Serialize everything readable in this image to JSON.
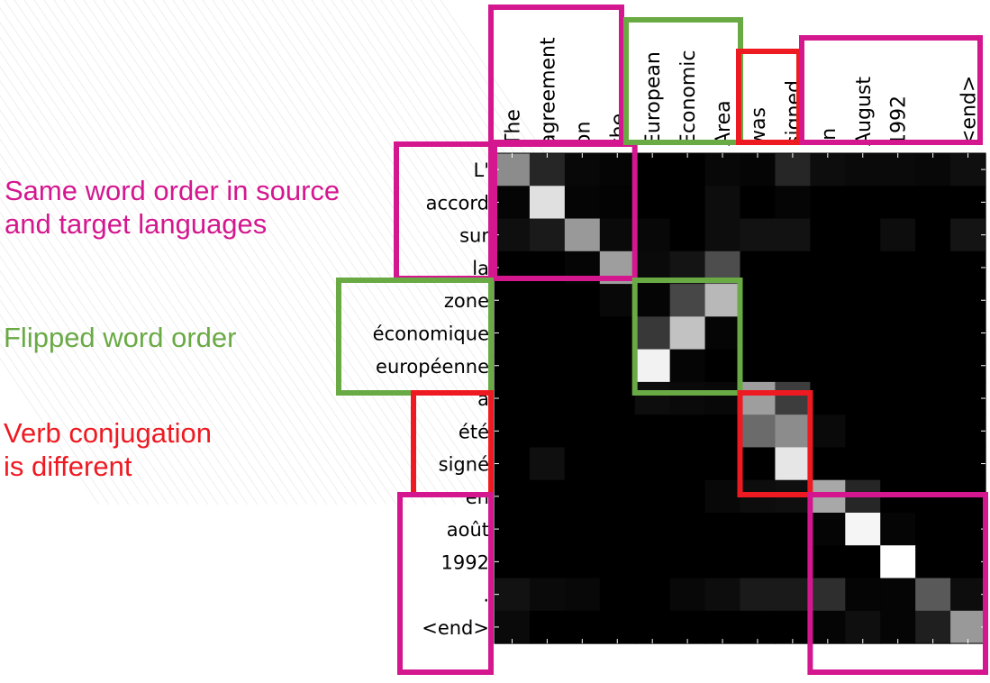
{
  "annotations": {
    "same_order": {
      "line1": "Same word order in source",
      "line2": "and target languages",
      "color": "#d4178f"
    },
    "flipped": {
      "line1": "Flipped word order",
      "color": "#6aaa45"
    },
    "verb": {
      "line1": "Verb conjugation",
      "line2": "is different",
      "color": "#ee1a21"
    }
  },
  "chart_data": {
    "type": "heatmap",
    "x_labels": [
      "The",
      "agreement",
      "on",
      "the",
      "European",
      "Economic",
      "Area",
      "was",
      "signed",
      "in",
      "August",
      "1992",
      ".",
      "<end>"
    ],
    "y_labels": [
      "L'",
      "accord",
      "sur",
      "la",
      "zone",
      "économique",
      "européenne",
      "a",
      "été",
      "signé",
      "en",
      "août",
      "1992",
      ".",
      "<end>"
    ],
    "value_range": [
      0,
      1
    ],
    "colormap": "gray",
    "values": [
      [
        0.55,
        0.15,
        0.03,
        0.02,
        0.0,
        0.0,
        0.03,
        0.02,
        0.15,
        0.05,
        0.04,
        0.04,
        0.03,
        0.06
      ],
      [
        0.02,
        0.88,
        0.02,
        0.01,
        0.0,
        0.0,
        0.05,
        0.0,
        0.02,
        0.0,
        0.0,
        0.0,
        0.0,
        0.0
      ],
      [
        0.06,
        0.1,
        0.6,
        0.04,
        0.03,
        0.0,
        0.05,
        0.07,
        0.07,
        0.0,
        0.0,
        0.05,
        0.0,
        0.08
      ],
      [
        0.0,
        0.0,
        0.02,
        0.62,
        0.04,
        0.08,
        0.3,
        0.0,
        0.0,
        0.0,
        0.0,
        0.0,
        0.0,
        0.0
      ],
      [
        0.0,
        0.0,
        0.0,
        0.03,
        0.02,
        0.28,
        0.72,
        0.0,
        0.0,
        0.0,
        0.0,
        0.0,
        0.0,
        0.0
      ],
      [
        0.0,
        0.0,
        0.0,
        0.0,
        0.22,
        0.76,
        0.02,
        0.0,
        0.0,
        0.0,
        0.0,
        0.0,
        0.0,
        0.0
      ],
      [
        0.0,
        0.0,
        0.0,
        0.0,
        0.95,
        0.02,
        0.0,
        0.0,
        0.0,
        0.0,
        0.0,
        0.0,
        0.0,
        0.0
      ],
      [
        0.0,
        0.0,
        0.0,
        0.0,
        0.05,
        0.04,
        0.03,
        0.62,
        0.24,
        0.0,
        0.0,
        0.0,
        0.0,
        0.0
      ],
      [
        0.0,
        0.0,
        0.0,
        0.0,
        0.0,
        0.0,
        0.0,
        0.42,
        0.55,
        0.04,
        0.0,
        0.0,
        0.0,
        0.0
      ],
      [
        0.0,
        0.06,
        0.0,
        0.0,
        0.0,
        0.0,
        0.0,
        0.0,
        0.9,
        0.0,
        0.0,
        0.0,
        0.0,
        0.0
      ],
      [
        0.0,
        0.0,
        0.0,
        0.0,
        0.0,
        0.0,
        0.03,
        0.05,
        0.06,
        0.66,
        0.15,
        0.0,
        0.0,
        0.0
      ],
      [
        0.0,
        0.0,
        0.0,
        0.0,
        0.0,
        0.0,
        0.0,
        0.0,
        0.0,
        0.02,
        0.96,
        0.02,
        0.0,
        0.0
      ],
      [
        0.0,
        0.0,
        0.0,
        0.0,
        0.0,
        0.0,
        0.0,
        0.0,
        0.0,
        0.0,
        0.0,
        1.0,
        0.0,
        0.0
      ],
      [
        0.07,
        0.04,
        0.03,
        0.0,
        0.0,
        0.03,
        0.05,
        0.1,
        0.1,
        0.18,
        0.02,
        0.02,
        0.35,
        0.05
      ],
      [
        0.04,
        0.0,
        0.0,
        0.0,
        0.0,
        0.0,
        0.0,
        0.0,
        0.0,
        0.02,
        0.06,
        0.02,
        0.12,
        0.6
      ]
    ],
    "highlight_boxes": [
      {
        "kind": "same_order",
        "x_range": [
          0,
          3
        ],
        "y_range": [
          0,
          3
        ],
        "color": "#d4178f"
      },
      {
        "kind": "flipped",
        "x_range": [
          4,
          6
        ],
        "y_range": [
          4,
          6
        ],
        "color": "#6aaa45"
      },
      {
        "kind": "verb",
        "x_range": [
          7,
          8
        ],
        "y_range": [
          7,
          9
        ],
        "color": "#ee1a21"
      },
      {
        "kind": "same_order",
        "x_range": [
          9,
          13
        ],
        "y_range": [
          10,
          14
        ],
        "color": "#d4178f"
      }
    ]
  }
}
